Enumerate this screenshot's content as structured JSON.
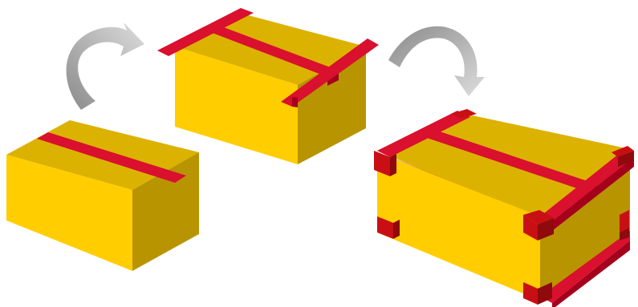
{
  "diagram": {
    "steps": [
      {
        "id": "box-1",
        "tape": [
          "top-center-strip"
        ]
      },
      {
        "id": "box-2",
        "tape": [
          "top-center-strip",
          "cross-strip",
          "edge-flaps"
        ]
      },
      {
        "id": "box-3",
        "tape": [
          "top-center-strip",
          "cross-strip",
          "edge-bands",
          "corner-guards"
        ]
      }
    ],
    "arrows": [
      {
        "from": "box-1",
        "to": "box-2",
        "direction": "clockwise"
      },
      {
        "from": "box-2",
        "to": "box-3",
        "direction": "clockwise"
      }
    ]
  },
  "colors": {
    "box_top": "#dcb200",
    "box_front": "#ffcd00",
    "box_side": "#b89400",
    "tape": "#d9102e",
    "tape_dark": "#a4001c",
    "corner": "#c80f14",
    "corner_dark": "#8e0a0c",
    "arrow_light": "#d8d8d8",
    "arrow_dark": "#8a8a8a"
  }
}
